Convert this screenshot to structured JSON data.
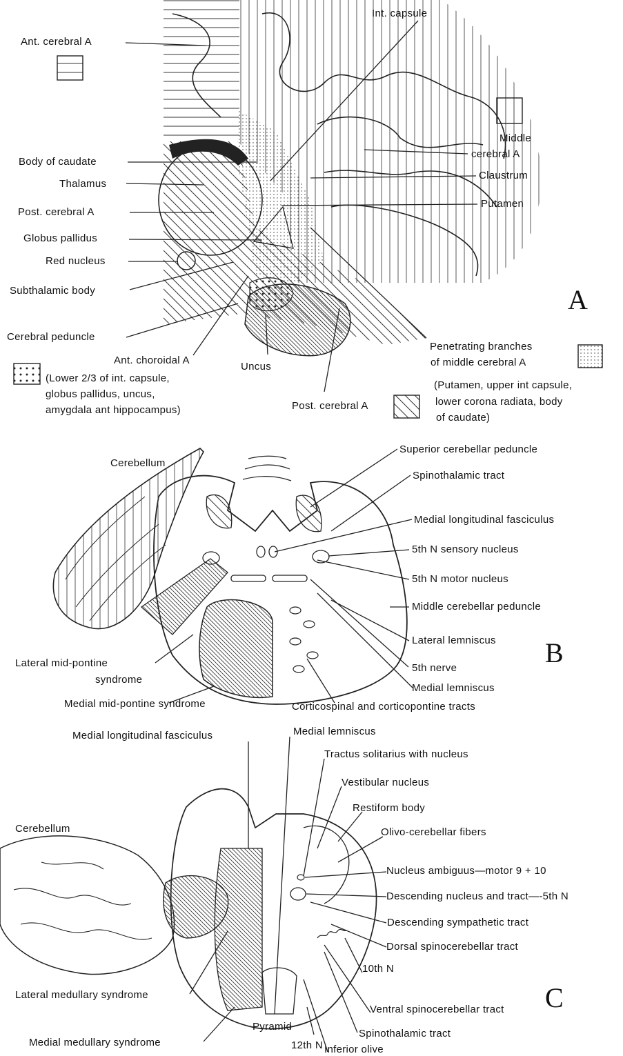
{
  "panels": {
    "a": "A",
    "b": "B",
    "c": "C"
  },
  "panel_a": {
    "labels": {
      "ant_cerebral": "Ant. cerebral A",
      "int_capsule": "Int. capsule",
      "middle_cerebral_1": "Middle",
      "middle_cerebral_2": "cerebral A",
      "body_of_caudate": "Body of caudate",
      "thalamus": "Thalamus",
      "claustrum": "Claustrum",
      "post_cerebral": "Post. cerebral A",
      "putamen": "Putamen",
      "globus_pallidus": "Globus pallidus",
      "red_nucleus": "Red nucleus",
      "subthalamic_body": "Subthalamic body",
      "cerebral_peduncle": "Cerebral peduncle",
      "ant_choroidal": "Ant. choroidal A",
      "uncus": "Uncus",
      "post_cerebral_2": "Post. cerebral A",
      "penetrating_1": "Penetrating branches",
      "penetrating_2": "of middle cerebral A"
    },
    "notes": {
      "choroidal_1": "(Lower 2/3 of int. capsule,",
      "choroidal_2": "globus pallidus, uncus,",
      "choroidal_3": "amygdala ant  hippocampus)",
      "penetrating_1": "(Putamen, upper int capsule,",
      "penetrating_2": "lower corona radiata, body",
      "penetrating_3": "of caudate)"
    }
  },
  "panel_b": {
    "labels": {
      "cerebellum": "Cerebellum",
      "sup_cerebellar_peduncle": "Superior cerebellar peduncle",
      "spinothalamic": "Spinothalamic tract",
      "mlf": "Medial longitudinal fasciculus",
      "sensory_5th": "5th N sensory nucleus",
      "motor_5th": "5th N motor nucleus",
      "middle_cerebellar_peduncle": "Middle cerebellar peduncle",
      "lateral_lemniscus": "Lateral lemniscus",
      "lateral_mid_pontine_1": "Lateral mid-pontine",
      "lateral_mid_pontine_2": "syndrome",
      "nerve_5th": "5th nerve",
      "medial_lemniscus": "Medial lemniscus",
      "medial_mid_pontine": "Medial mid-pontine syndrome",
      "corticospinal": "Corticospinal and  corticopontine tracts"
    }
  },
  "panel_c": {
    "labels": {
      "mlf": "Medial longitudinal fasciculus",
      "medial_lemniscus": "Medial lemniscus",
      "tractus_solitarius": "Tractus solitarius with nucleus",
      "vestibular": "Vestibular nucleus",
      "cerebellum": "Cerebellum",
      "restiform": "Restiform body",
      "olivo_cerebellar": "Olivo-cerebellar fibers",
      "ambiguus": "Nucleus ambiguus—motor 9 + 10",
      "descending_5th": "Descending nucleus and tract—-5th N",
      "desc_sympathetic": "Descending sympathetic tract",
      "dorsal_spinocerebellar": "Dorsal spinocerebellar tract",
      "nerve_10th": "10th N",
      "lateral_medullary": "Lateral medullary syndrome",
      "ventral_spinocerebellar": "Ventral spinocerebellar tract",
      "pyramid": "Pyramid",
      "spinothalamic": "Spinothalamic tract",
      "medial_medullary": "Medial medullary syndrome",
      "nerve_12th": "12th N",
      "inferior_olive": "Inferior olive"
    }
  }
}
